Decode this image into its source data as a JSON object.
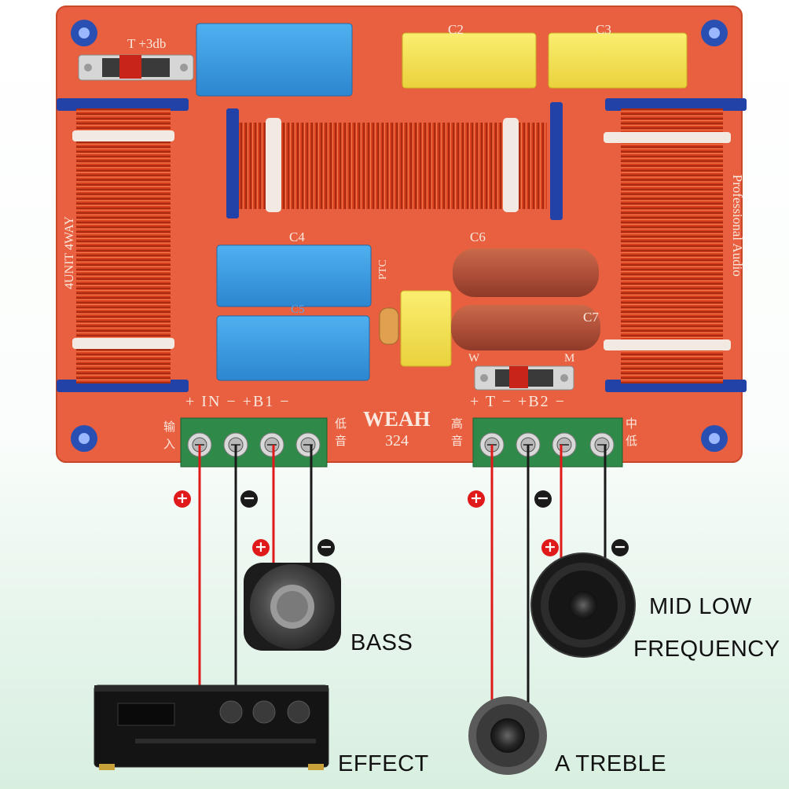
{
  "board": {
    "pcb_color": "#e8603f",
    "switch_t_label": "T +3db",
    "switch_w_label": "W",
    "switch_m_label": "M",
    "cap_c2": "C2",
    "cap_c3": "C3",
    "cap_c4": "C4",
    "cap_c5": "C5",
    "cap_c6": "C6",
    "cap_c7": "C7",
    "ptc": "PTC",
    "left_vertical_text": "4UNIT 4WAY",
    "right_vertical_text": "Professional Audio",
    "brand": "WEAH",
    "model": "324",
    "term_left_header": "+ IN − +B1 −",
    "term_left_cn_1": "输",
    "term_left_cn_2": "入",
    "term_left_cn_3": "低",
    "term_left_cn_4": "音",
    "term_right_header": "+ T − +B2 −",
    "term_right_cn_1": "高",
    "term_right_cn_2": "音",
    "term_right_cn_3": "中",
    "term_right_cn_4": "低"
  },
  "labels": {
    "bass": "BASS",
    "mid_low_1": "MID LOW",
    "mid_low_2": "FREQUENCY",
    "effect": "EFFECT",
    "treble": "A TREBLE"
  },
  "signs": {
    "plus": "+",
    "minus": "−"
  },
  "colors": {
    "wire_positive": "#e01a1a",
    "wire_negative": "#1a1a1a",
    "terminal_block": "#2f8a49",
    "capacitor_blue": "#3b9be0",
    "capacitor_yellow": "#f6e35a",
    "coil_copper": "#d8421f"
  },
  "icons": {
    "amplifier": "amplifier-icon",
    "bass_speaker": "woofer-speaker-icon",
    "mid_speaker": "mid-speaker-icon",
    "tweeter": "tweeter-icon"
  }
}
